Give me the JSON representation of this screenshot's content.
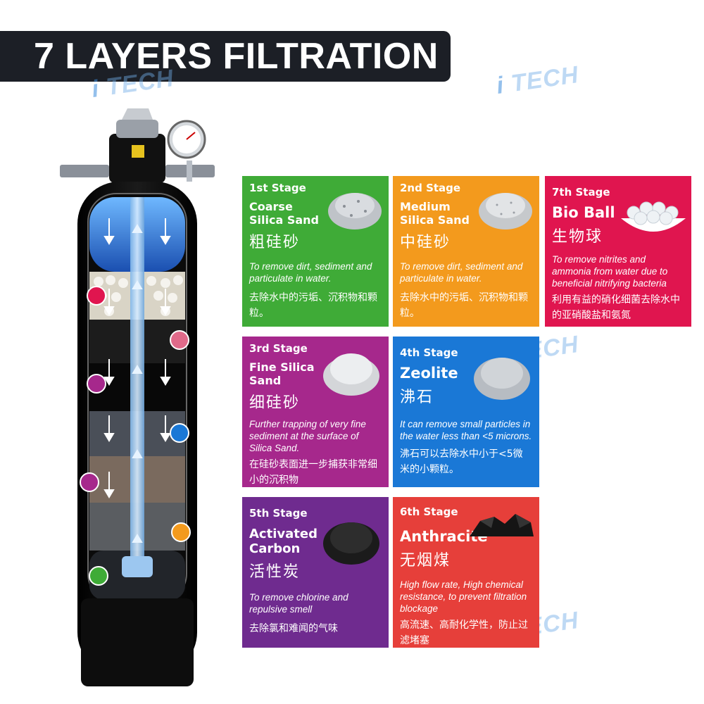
{
  "banner": {
    "title": "7 LAYERS FILTRATION"
  },
  "brand": {
    "watermark": "TECH",
    "watermark_prefix": "i"
  },
  "colors": {
    "green": "#3fab37",
    "orange": "#f39a1d",
    "pink": "#e0154f",
    "magenta": "#a6288c",
    "blue": "#1a78d6",
    "purple": "#6f2b8f",
    "red": "#e63f3a",
    "banner": "#1c1f26"
  },
  "stages": {
    "s1": {
      "stage": "1st Stage",
      "name": "Coarse Silica Sand",
      "cn": "粗硅砂",
      "desc": "To remove dirt, sediment and particulate in water.",
      "cndesc": "去除水中的污垢、沉积物和颗粒。",
      "icon": "coarse-sand-icon"
    },
    "s2": {
      "stage": "2nd Stage",
      "name": "Medium Silica Sand",
      "cn": "中硅砂",
      "desc": "To remove dirt, sediment and particulate in water.",
      "cndesc": "去除水中的污垢、沉积物和颗粒。",
      "icon": "medium-sand-icon"
    },
    "s7": {
      "stage": "7th Stage",
      "name": "Bio Ball",
      "cn": "生物球",
      "desc": "To remove nitrites and ammonia from water due to beneficial nitrifying bacteria",
      "cndesc": "利用有益的硝化细菌去除水中的亚硝酸盐和氨氮",
      "icon": "bio-ball-icon"
    },
    "s3": {
      "stage": "3rd Stage",
      "name": "Fine Silica Sand",
      "cn": "细硅砂",
      "desc": "Further trapping of very fine sediment at the surface of Silica Sand.",
      "cndesc": "在硅砂表面进一步捕获非常细小的沉积物",
      "icon": "fine-sand-icon"
    },
    "s4": {
      "stage": "4th Stage",
      "name": "Zeolite",
      "cn": "沸石",
      "desc": "It can remove small particles in the water less than <5 microns.",
      "cndesc": "沸石可以去除水中小于<5微米的小颗粒。",
      "icon": "zeolite-icon"
    },
    "s5": {
      "stage": "5th Stage",
      "name": "Activated Carbon",
      "cn": "活性炭",
      "desc": "To remove chlorine and repulsive smell",
      "cndesc": "去除氯和难闻的气味",
      "icon": "activated-carbon-icon"
    },
    "s6": {
      "stage": "6th Stage",
      "name": "Anthracite",
      "cn": "无烟煤",
      "desc": "High flow rate, High chemical resistance, to prevent filtration blockage",
      "cndesc": "高流速、高耐化学性，防止过滤堵塞",
      "icon": "anthracite-icon"
    }
  }
}
